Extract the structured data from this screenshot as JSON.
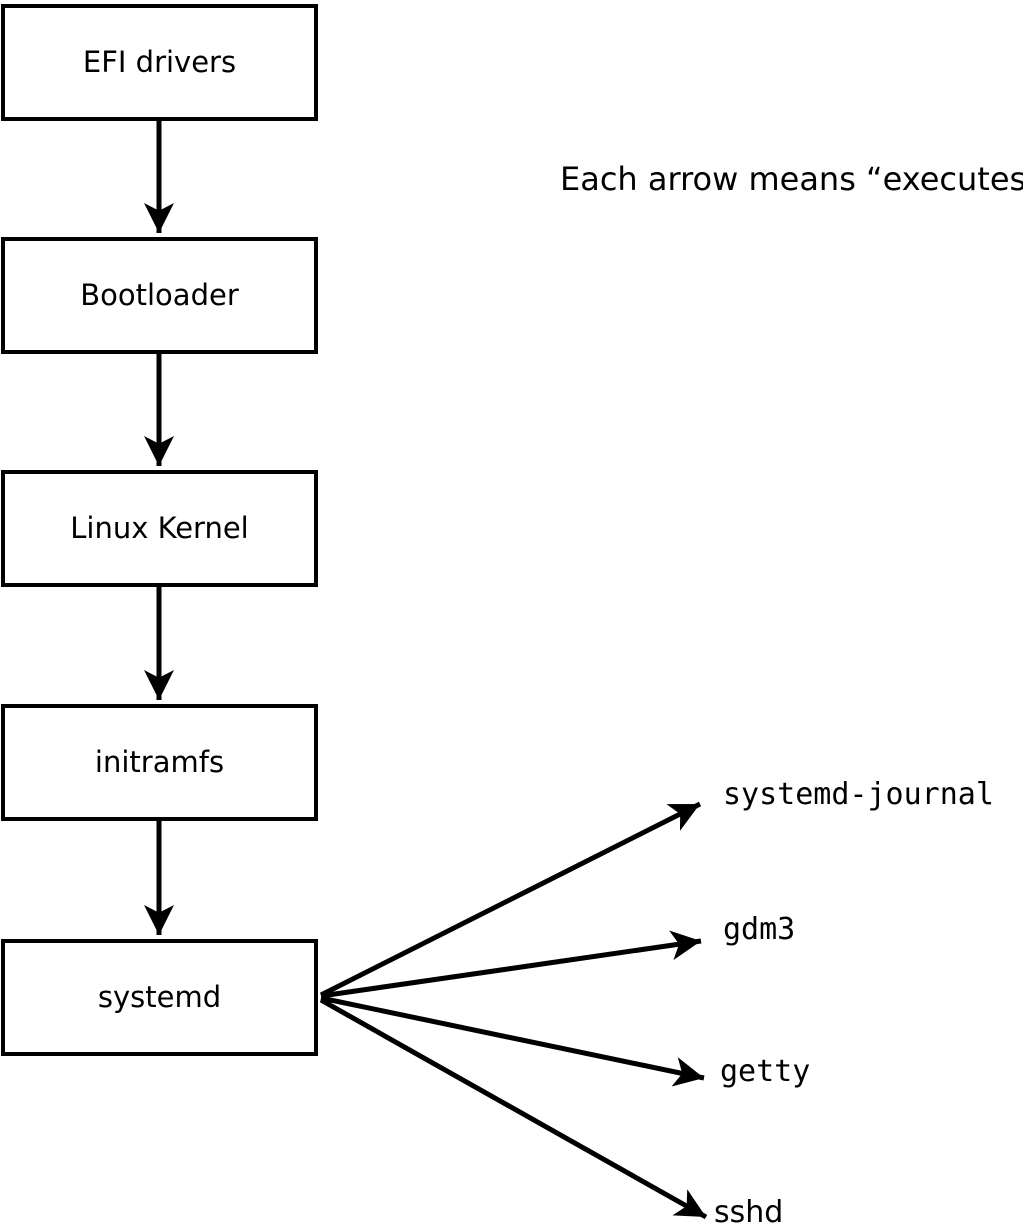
{
  "diagram": {
    "caption": "Each arrow means “executes”.",
    "arrow_meaning": "executes",
    "boot_chain": [
      {
        "id": "efi-drivers",
        "label": "EFI drivers"
      },
      {
        "id": "bootloader",
        "label": "Bootloader"
      },
      {
        "id": "linux-kernel",
        "label": "Linux Kernel"
      },
      {
        "id": "initramfs",
        "label": "initramfs"
      },
      {
        "id": "systemd",
        "label": "systemd"
      }
    ],
    "spawned_processes": [
      {
        "id": "systemd-journal",
        "label": "systemd-journal"
      },
      {
        "id": "gdm3",
        "label": "gdm3"
      },
      {
        "id": "getty",
        "label": "getty"
      },
      {
        "id": "sshd",
        "label": "sshd"
      }
    ],
    "edges": [
      {
        "from": "EFI drivers",
        "to": "Bootloader"
      },
      {
        "from": "Bootloader",
        "to": "Linux Kernel"
      },
      {
        "from": "Linux Kernel",
        "to": "initramfs"
      },
      {
        "from": "initramfs",
        "to": "systemd"
      },
      {
        "from": "systemd",
        "to": "systemd-journal"
      },
      {
        "from": "systemd",
        "to": "gdm3"
      },
      {
        "from": "systemd",
        "to": "getty"
      },
      {
        "from": "systemd",
        "to": "sshd"
      }
    ],
    "colors": {
      "line": "#000000",
      "background": "#ffffff",
      "box_fill": "#ffffff",
      "text": "#000000"
    }
  }
}
